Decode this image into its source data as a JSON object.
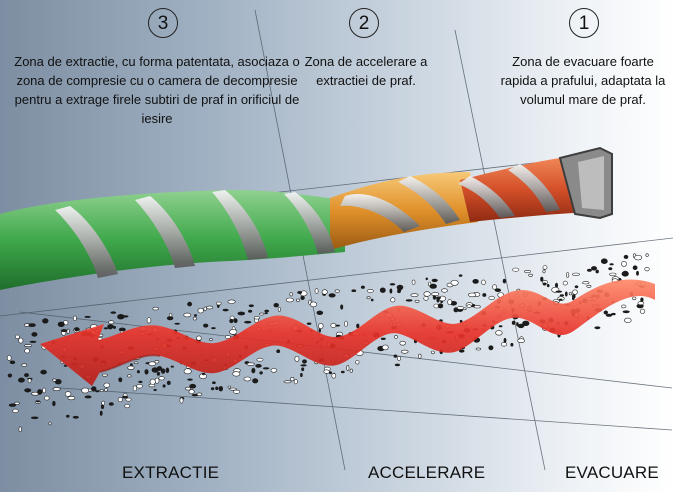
{
  "zones": [
    {
      "number": "3",
      "description": "Zona de extractie, cu forma patentata, asociaza o zona de compresie cu o camera de decompresie pentru a extrage firele subtiri de praf in orificiul de iesire",
      "label": "EXTRACTIE",
      "color": "#4caf50"
    },
    {
      "number": "2",
      "description": "Zona de accelerare a extractiei de praf.",
      "label": "ACCELERARE",
      "color": "#e0902a"
    },
    {
      "number": "1",
      "description": "Zona de evacuare foarte rapida a prafului, adaptata la volumul mare de praf.",
      "label": "EVACUARE",
      "color": "#d4502a"
    }
  ],
  "arrow_color": "#e8332a"
}
